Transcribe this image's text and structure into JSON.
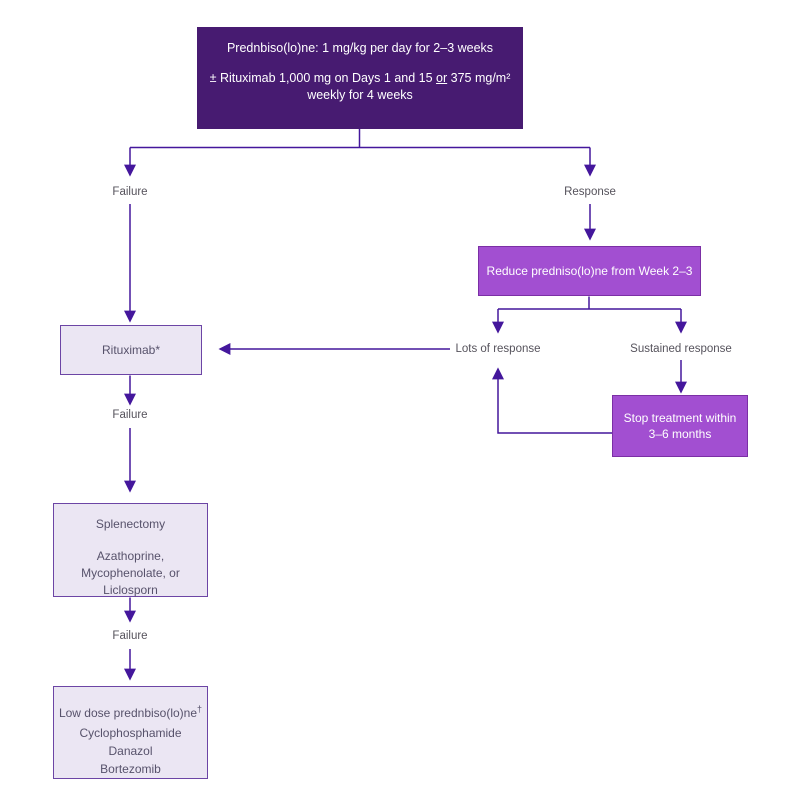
{
  "colors": {
    "page_bg": "#ffffff",
    "dark_purple": "#471b71",
    "mid_purple": "#a24fd1",
    "mid_purple_border": "#7b2fa5",
    "light_lavender": "#ebe6f3",
    "light_border": "#6c45a5",
    "arrow": "#44179c",
    "label_gray": "#56535c",
    "box_text": "#57526b"
  },
  "nodes": {
    "start": {
      "line1": "Prednbiso(lo)ne: 1 mg/kg per day for 2–3 weeks",
      "line2_before_or": "± Rituximab 1,000 mg on Days 1 and 15 ",
      "line2_or": "or",
      "line2_after_or": " 375 mg/m²",
      "line3": "weekly for 4 weeks"
    },
    "reduce": {
      "label": "Reduce predniso(lo)ne from Week 2–3"
    },
    "stop": {
      "line1": "Stop treatment within",
      "line2": "3–6 months"
    },
    "rituximab": {
      "label": "Rituximab*"
    },
    "splenectomy": {
      "line1": "Splenectomy",
      "line2": "Azathoprine,",
      "line3": "Mycophenolate, or",
      "line4": "Liclosporn"
    },
    "low_dose": {
      "line1": "Low dose prednbiso(lo)ne",
      "line1_sup": "†",
      "line2": "Cyclophosphamide",
      "line3": "Danazol",
      "line4": "Bortezomib"
    }
  },
  "edge_labels": {
    "failure_top": "Failure",
    "response": "Response",
    "lots_of_response": "Lots of response",
    "sustained_response": "Sustained response",
    "failure_mid": "Failure",
    "failure_bottom": "Failure"
  }
}
